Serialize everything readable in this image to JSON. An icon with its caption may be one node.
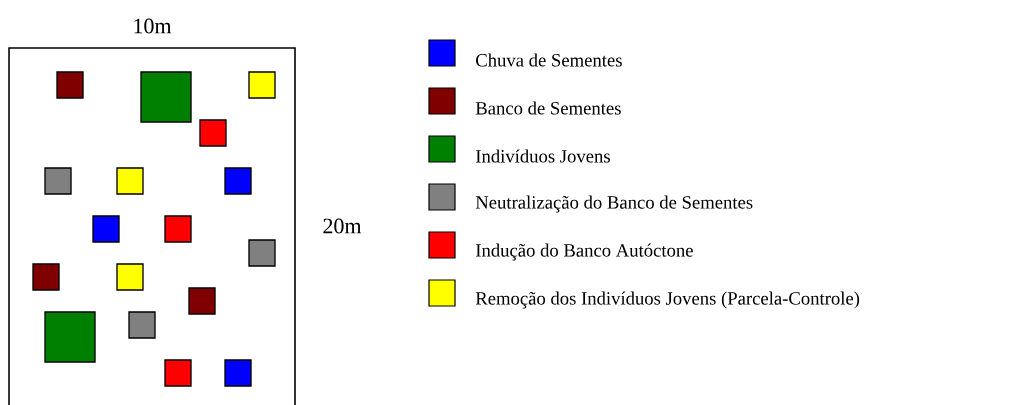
{
  "diagram": {
    "labels": [
      "10m",
      "20m"
    ],
    "legend": [
      {
        "text": "Chuva de Sementes",
        "color": "#0000ff"
      },
      {
        "text": "Banco de Sementes",
        "color": "#800000"
      },
      {
        "text": "Indivíduos Jovens",
        "color": "#008000"
      },
      {
        "text": "Neutralização do Banco de Sementes",
        "color": "#808080"
      },
      {
        "text": "Indução do Banco Autóctone",
        "color": "#ff0000"
      },
      {
        "text": "Remoção dos Indivíduos Jovens  (Parcela-Controle)",
        "color": "#ffff00"
      }
    ]
  }
}
